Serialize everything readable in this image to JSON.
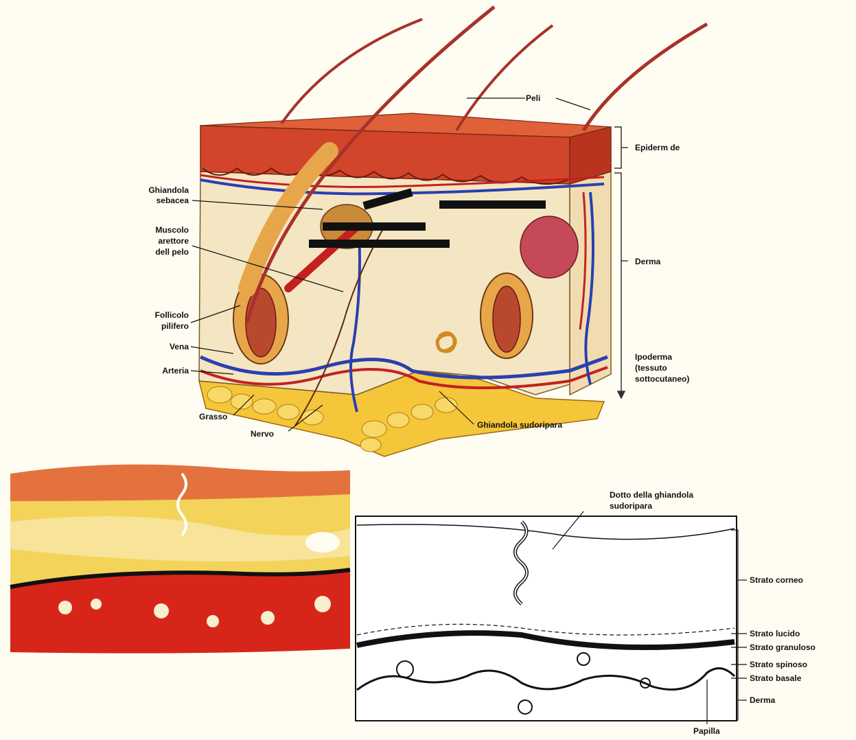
{
  "top_diagram": {
    "labels": {
      "peli": "Peli",
      "epidermide": "Epiderm de",
      "ghiandola_sebacea_1": "Ghiandola",
      "ghiandola_sebacea_2": "sebacea",
      "muscolo_1": "Muscolo",
      "muscolo_2": "arettore",
      "muscolo_3": "dell pelo",
      "derma": "Derma",
      "follicolo_1": "Follicolo",
      "follicolo_2": "pilifero",
      "vena": "Vena",
      "arteria": "Arteria",
      "ipoderma_1": "Ipoderma",
      "ipoderma_2": "(tessuto",
      "ipoderma_3": "sottocutaneo)",
      "grasso": "Grasso",
      "nervo": "Nervo",
      "ghiandola_sudoripara": "Ghiandola sudoripara"
    }
  },
  "bottom_diagram": {
    "labels": {
      "dotto_1": "Dotto della ghiandola",
      "dotto_2": "sudoripara",
      "strato_corneo": "Strato corneo",
      "strato_lucido": "Strato lucido",
      "strato_granuloso": "Strato granuloso",
      "strato_spinoso": "Strato spinoso",
      "strato_basale": "Strato basale",
      "derma": "Derma",
      "papilla": "Papilla"
    }
  },
  "colors": {
    "epidermis": "#d2452b",
    "dermis": "#f4e6c2",
    "fat": "#f5c53a",
    "vein": "#2b3fb0",
    "artery": "#c42020",
    "hair": "#a8322a"
  }
}
